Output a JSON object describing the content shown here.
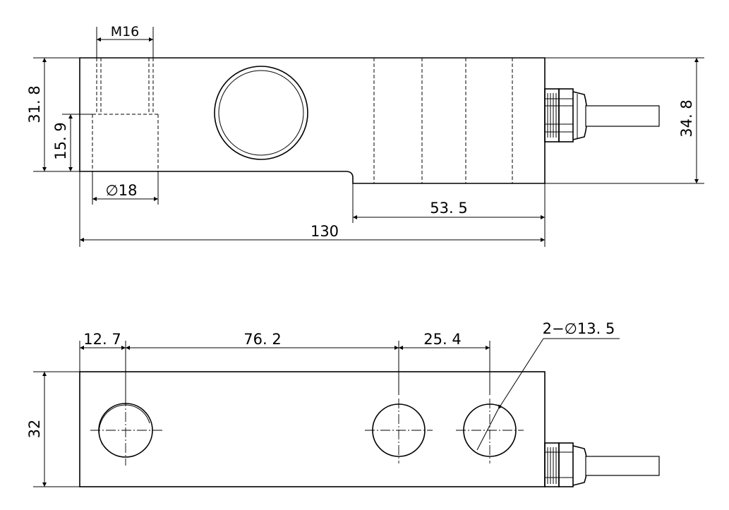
{
  "side_view": {
    "dim_thread": "M16",
    "dim_height_left": "31. 8",
    "dim_step": "15. 9",
    "dim_bore": "∅18",
    "dim_span": "53. 5",
    "dim_length": "130",
    "dim_height_right": "34. 8"
  },
  "bottom_view": {
    "dim_edge": "12. 7",
    "dim_pitch": "76. 2",
    "dim_hole_gap": "25. 4",
    "dim_holes": "2−∅13. 5",
    "dim_width": "32"
  },
  "colors": {
    "line": "#000000",
    "background": "#ffffff"
  }
}
